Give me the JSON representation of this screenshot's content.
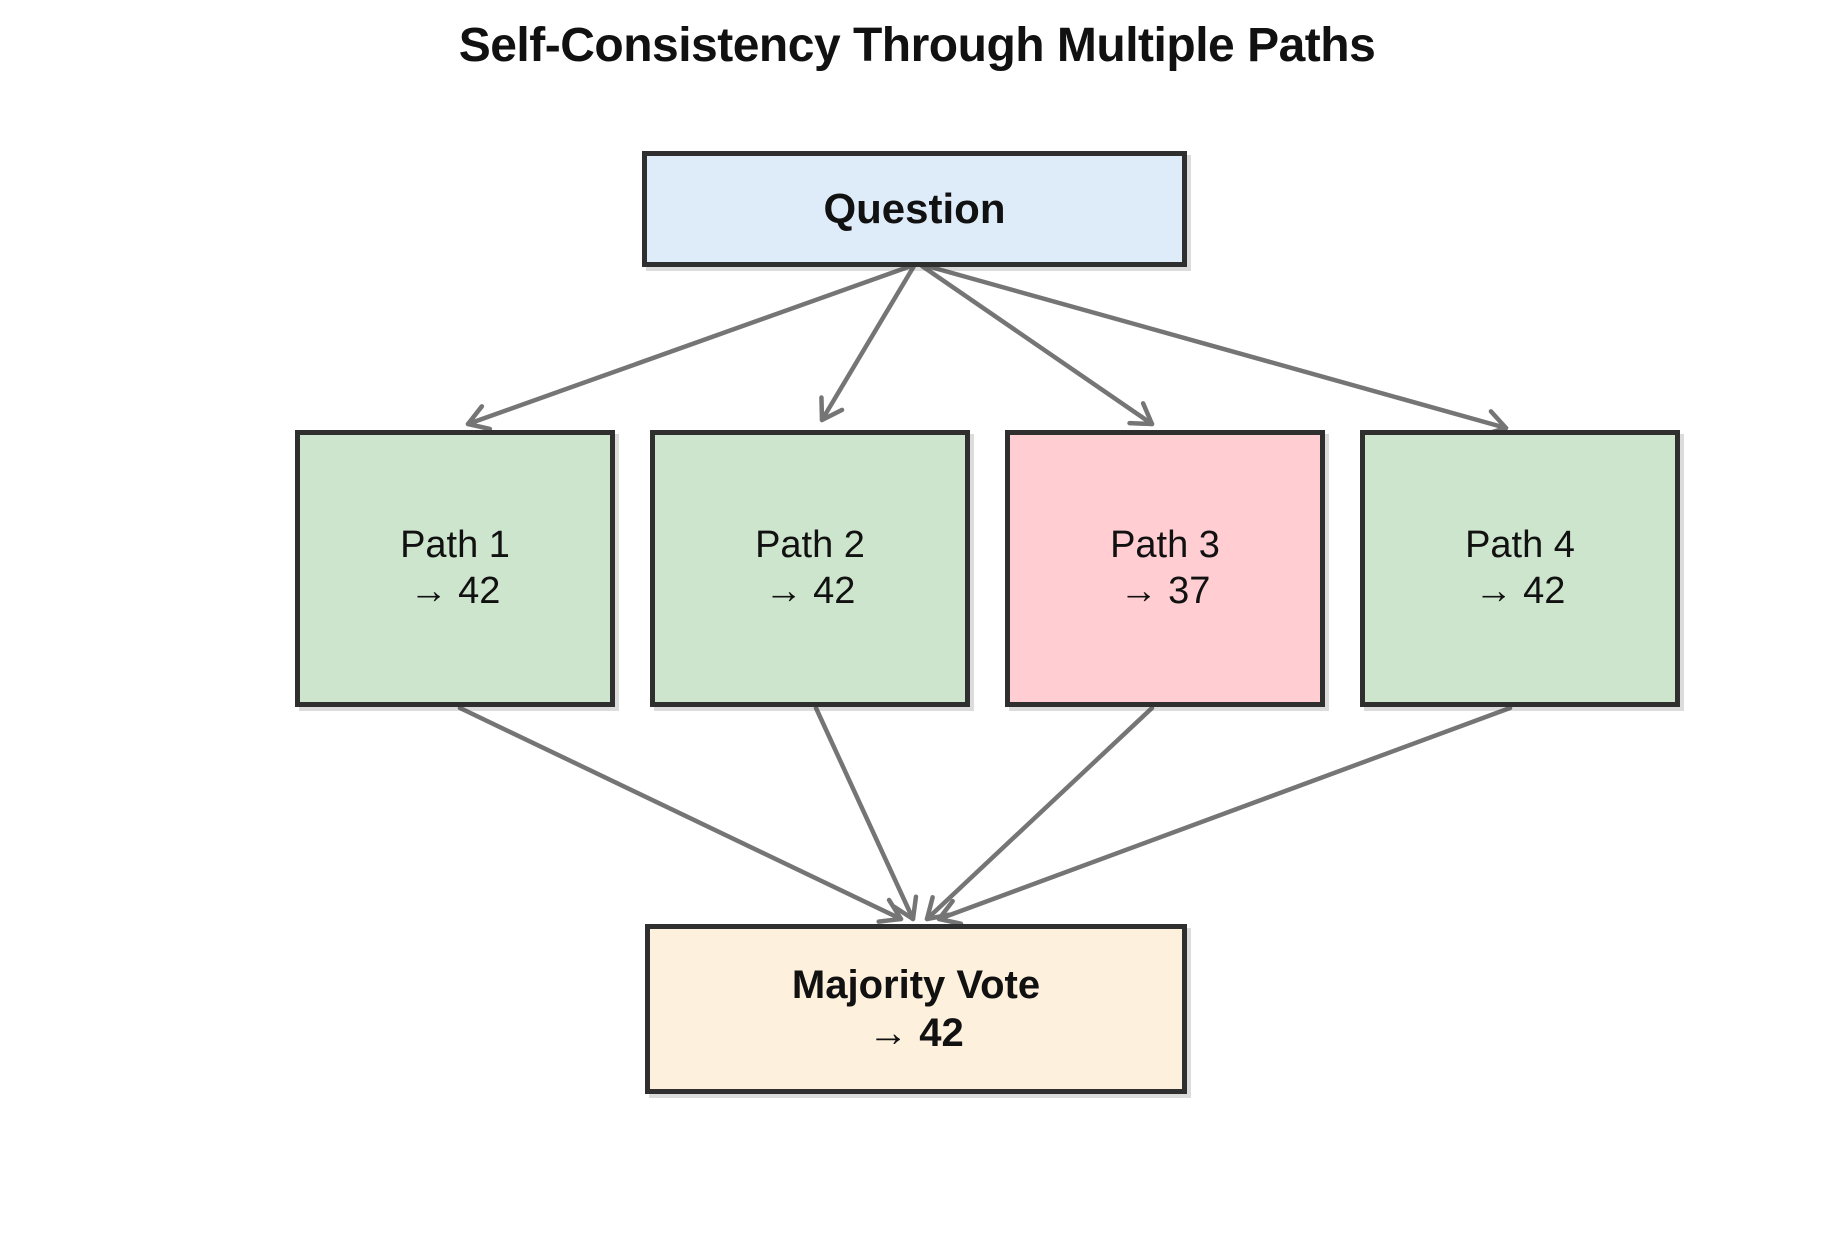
{
  "title": "Self-Consistency Through Multiple Paths",
  "question": {
    "label": "Question"
  },
  "paths": [
    {
      "label": "Path 1",
      "answer": "→ 42",
      "status": "agree"
    },
    {
      "label": "Path 2",
      "answer": "→ 42",
      "status": "agree"
    },
    {
      "label": "Path 3",
      "answer": "→ 37",
      "status": "disagree"
    },
    {
      "label": "Path 4",
      "answer": "→ 42",
      "status": "agree"
    }
  ],
  "majority_vote": {
    "label": "Majority Vote",
    "answer": "→ 42"
  },
  "colors": {
    "question_fill": "#deecfa",
    "path_agree_fill": "#cde5cd",
    "path_disagree_fill": "#ffcdd2",
    "majority_fill": "#fdf0dd",
    "box_border": "#2f2f2f",
    "arrow": "#757575",
    "text": "#111111"
  }
}
